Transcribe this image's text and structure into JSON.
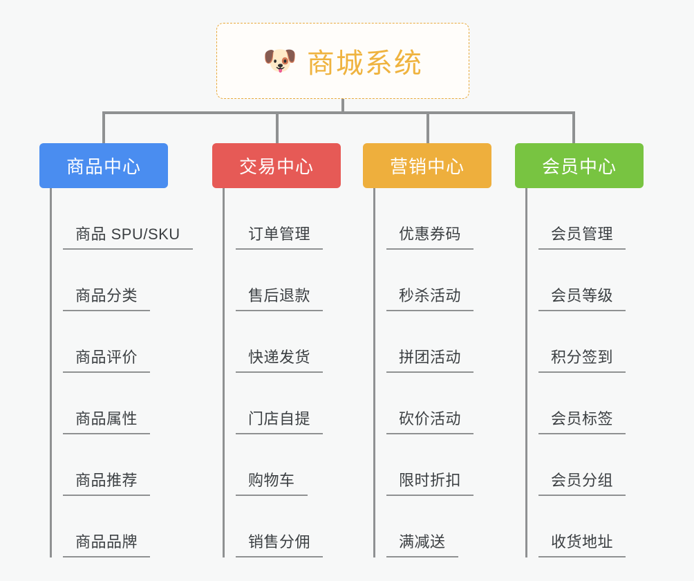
{
  "background_color": "#f7f8f8",
  "root": {
    "icon": "shiba-dog-face-icon",
    "icon_glyph": "🐶",
    "title": "商城系统",
    "title_color": "#efb33f",
    "border_color": "#e8a93a",
    "background": "#fffdfa"
  },
  "connector_color": "#8f9192",
  "columns": [
    {
      "id": "product-center",
      "title": "商品中心",
      "color": "#4a8df0",
      "items": [
        {
          "label": "商品 SPU/SKU"
        },
        {
          "label": "商品分类"
        },
        {
          "label": "商品评价"
        },
        {
          "label": "商品属性"
        },
        {
          "label": "商品推荐"
        },
        {
          "label": "商品品牌"
        }
      ]
    },
    {
      "id": "trade-center",
      "title": "交易中心",
      "color": "#e65a56",
      "items": [
        {
          "label": "订单管理"
        },
        {
          "label": "售后退款"
        },
        {
          "label": "快递发货"
        },
        {
          "label": "门店自提"
        },
        {
          "label": "购物车"
        },
        {
          "label": "销售分佣"
        }
      ]
    },
    {
      "id": "marketing-center",
      "title": "营销中心",
      "color": "#eeaf3d",
      "items": [
        {
          "label": "优惠券码"
        },
        {
          "label": "秒杀活动"
        },
        {
          "label": "拼团活动"
        },
        {
          "label": "砍价活动"
        },
        {
          "label": "限时折扣"
        },
        {
          "label": "满减送"
        }
      ]
    },
    {
      "id": "member-center",
      "title": "会员中心",
      "color": "#78c441",
      "items": [
        {
          "label": "会员管理"
        },
        {
          "label": "会员等级"
        },
        {
          "label": "积分签到"
        },
        {
          "label": "会员标签"
        },
        {
          "label": "会员分组"
        },
        {
          "label": "收货地址"
        }
      ]
    }
  ]
}
